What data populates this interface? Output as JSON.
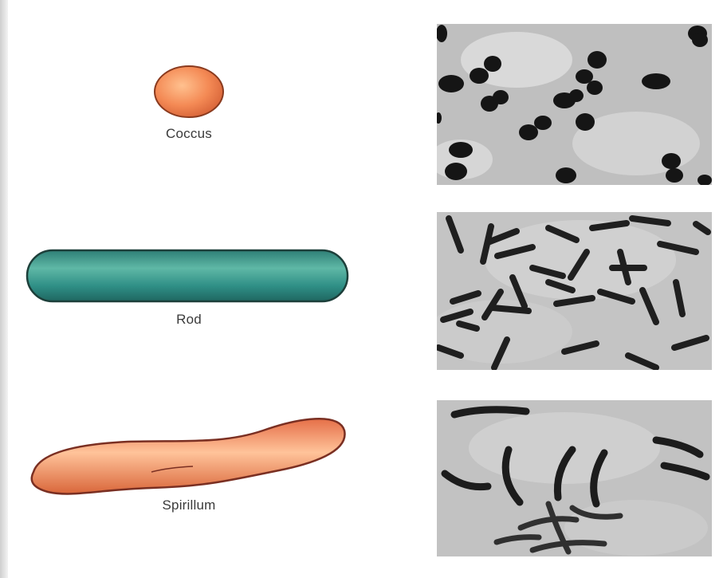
{
  "diagram": {
    "rows": [
      {
        "shape": "coccus",
        "label": "Coccus",
        "fill": "#f48a55",
        "stroke": "#8a3a1e"
      },
      {
        "shape": "rod",
        "label": "Rod",
        "fill": "#2f8f86",
        "stroke": "#1d3f3a"
      },
      {
        "shape": "spirillum",
        "label": "Spirillum",
        "fill": "#f08d66",
        "stroke": "#7a2f22"
      }
    ],
    "micrograph_background": "#bdbdbd",
    "micrograph_cells": "#1a1a1a"
  }
}
